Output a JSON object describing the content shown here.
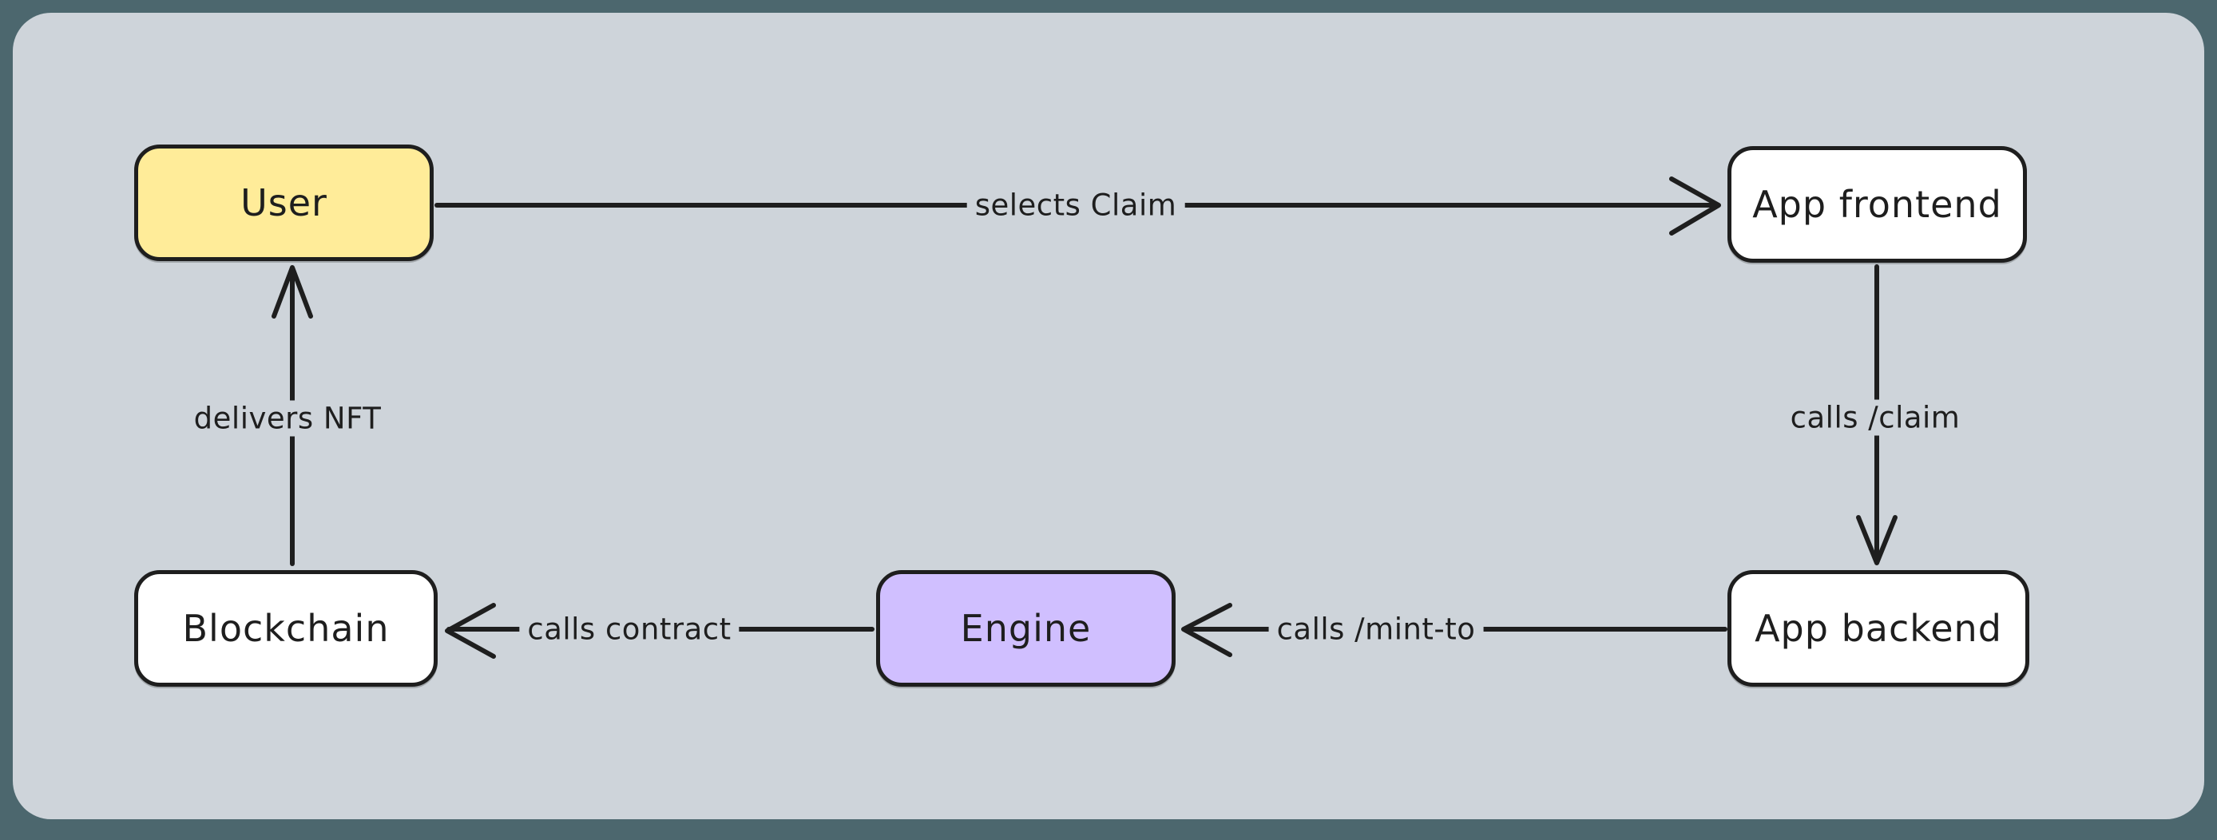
{
  "canvas": {
    "frame_background": "#4c676e",
    "canvas_background": "#ced4da",
    "stroke_color": "#1e1e1e"
  },
  "nodes": {
    "user": {
      "label": "User",
      "fill": "#ffec99"
    },
    "frontend": {
      "label": "App frontend",
      "fill": "#ffffff"
    },
    "backend": {
      "label": "App backend",
      "fill": "#ffffff"
    },
    "engine": {
      "label": "Engine",
      "fill": "#d0bfff"
    },
    "blockchain": {
      "label": "Blockchain",
      "fill": "#ffffff"
    }
  },
  "edges": {
    "user_to_frontend": {
      "label": "selects Claim",
      "from": "User",
      "to": "App frontend"
    },
    "frontend_to_backend": {
      "label": "calls /claim",
      "from": "App frontend",
      "to": "App backend"
    },
    "backend_to_engine": {
      "label": "calls /mint-to",
      "from": "App backend",
      "to": "Engine"
    },
    "engine_to_blockchain": {
      "label": "calls contract",
      "from": "Engine",
      "to": "Blockchain"
    },
    "blockchain_to_user": {
      "label": "delivers NFT",
      "from": "Blockchain",
      "to": "User"
    }
  }
}
